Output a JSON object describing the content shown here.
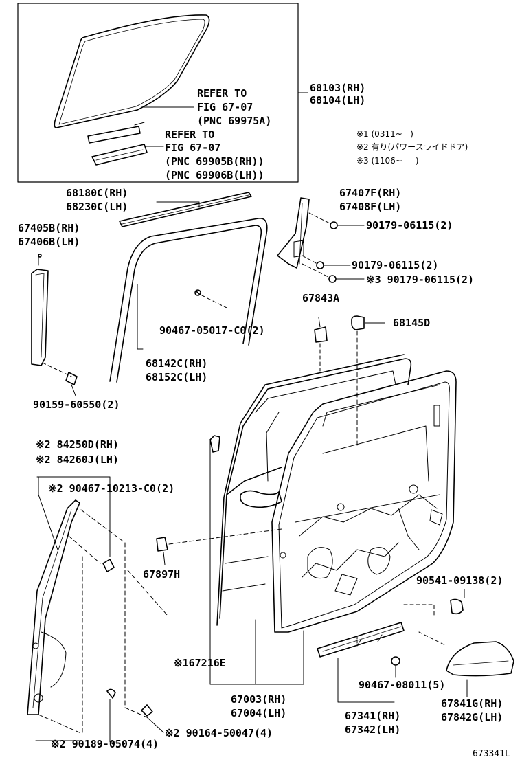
{
  "inset": {
    "refer1": [
      "REFER TO",
      "FIG 67-07",
      "(PNC 69975A)"
    ],
    "refer2": [
      "REFER TO",
      "FIG 67-07",
      "(PNC 69905B(RH))",
      "(PNC 69906B(LH))"
    ]
  },
  "notes": [
    "※1 (0311~   )",
    "※2 有り(パワースライドドア)",
    "※3 (1106~     )"
  ],
  "parts": {
    "p68103": "68103(RH)",
    "p68104": "68104(LH)",
    "p68180": "68180C(RH)",
    "p68230": "68230C(LH)",
    "p67407": "67407F(RH)",
    "p67408": "67408F(LH)",
    "p67405": "67405B(RH)",
    "p67406": "67406B(LH)",
    "b90179a": "90179-06115(2)",
    "b90179b": "90179-06115(2)",
    "b90179c": "※3 90179-06115(2)",
    "c90467a": "90467-05017-C0(2)",
    "p68142": "68142C(RH)",
    "p68152": "68152C(LH)",
    "b90159": "90159-60550(2)",
    "p67843": "67843A",
    "p68145": "68145D",
    "p84250": "※2 84250D(RH)",
    "p84260": "※2 84260J(LH)",
    "c90467b": "※2 90467-10213-C0(2)",
    "p67897": "67897H",
    "b90541": "90541-09138(2)",
    "p67216": "※167216E",
    "p67003": "67003(RH)",
    "p67004": "67004(LH)",
    "c90467c": "90467-08011(5)",
    "p67341": "67341(RH)",
    "p67342": "67342(LH)",
    "p67841": "67841G(RH)",
    "p67842": "67842G(LH)",
    "b90164": "※2 90164-50047(4)",
    "b90189": "※2 90189-05074(4)"
  },
  "figure_code": "673341L"
}
